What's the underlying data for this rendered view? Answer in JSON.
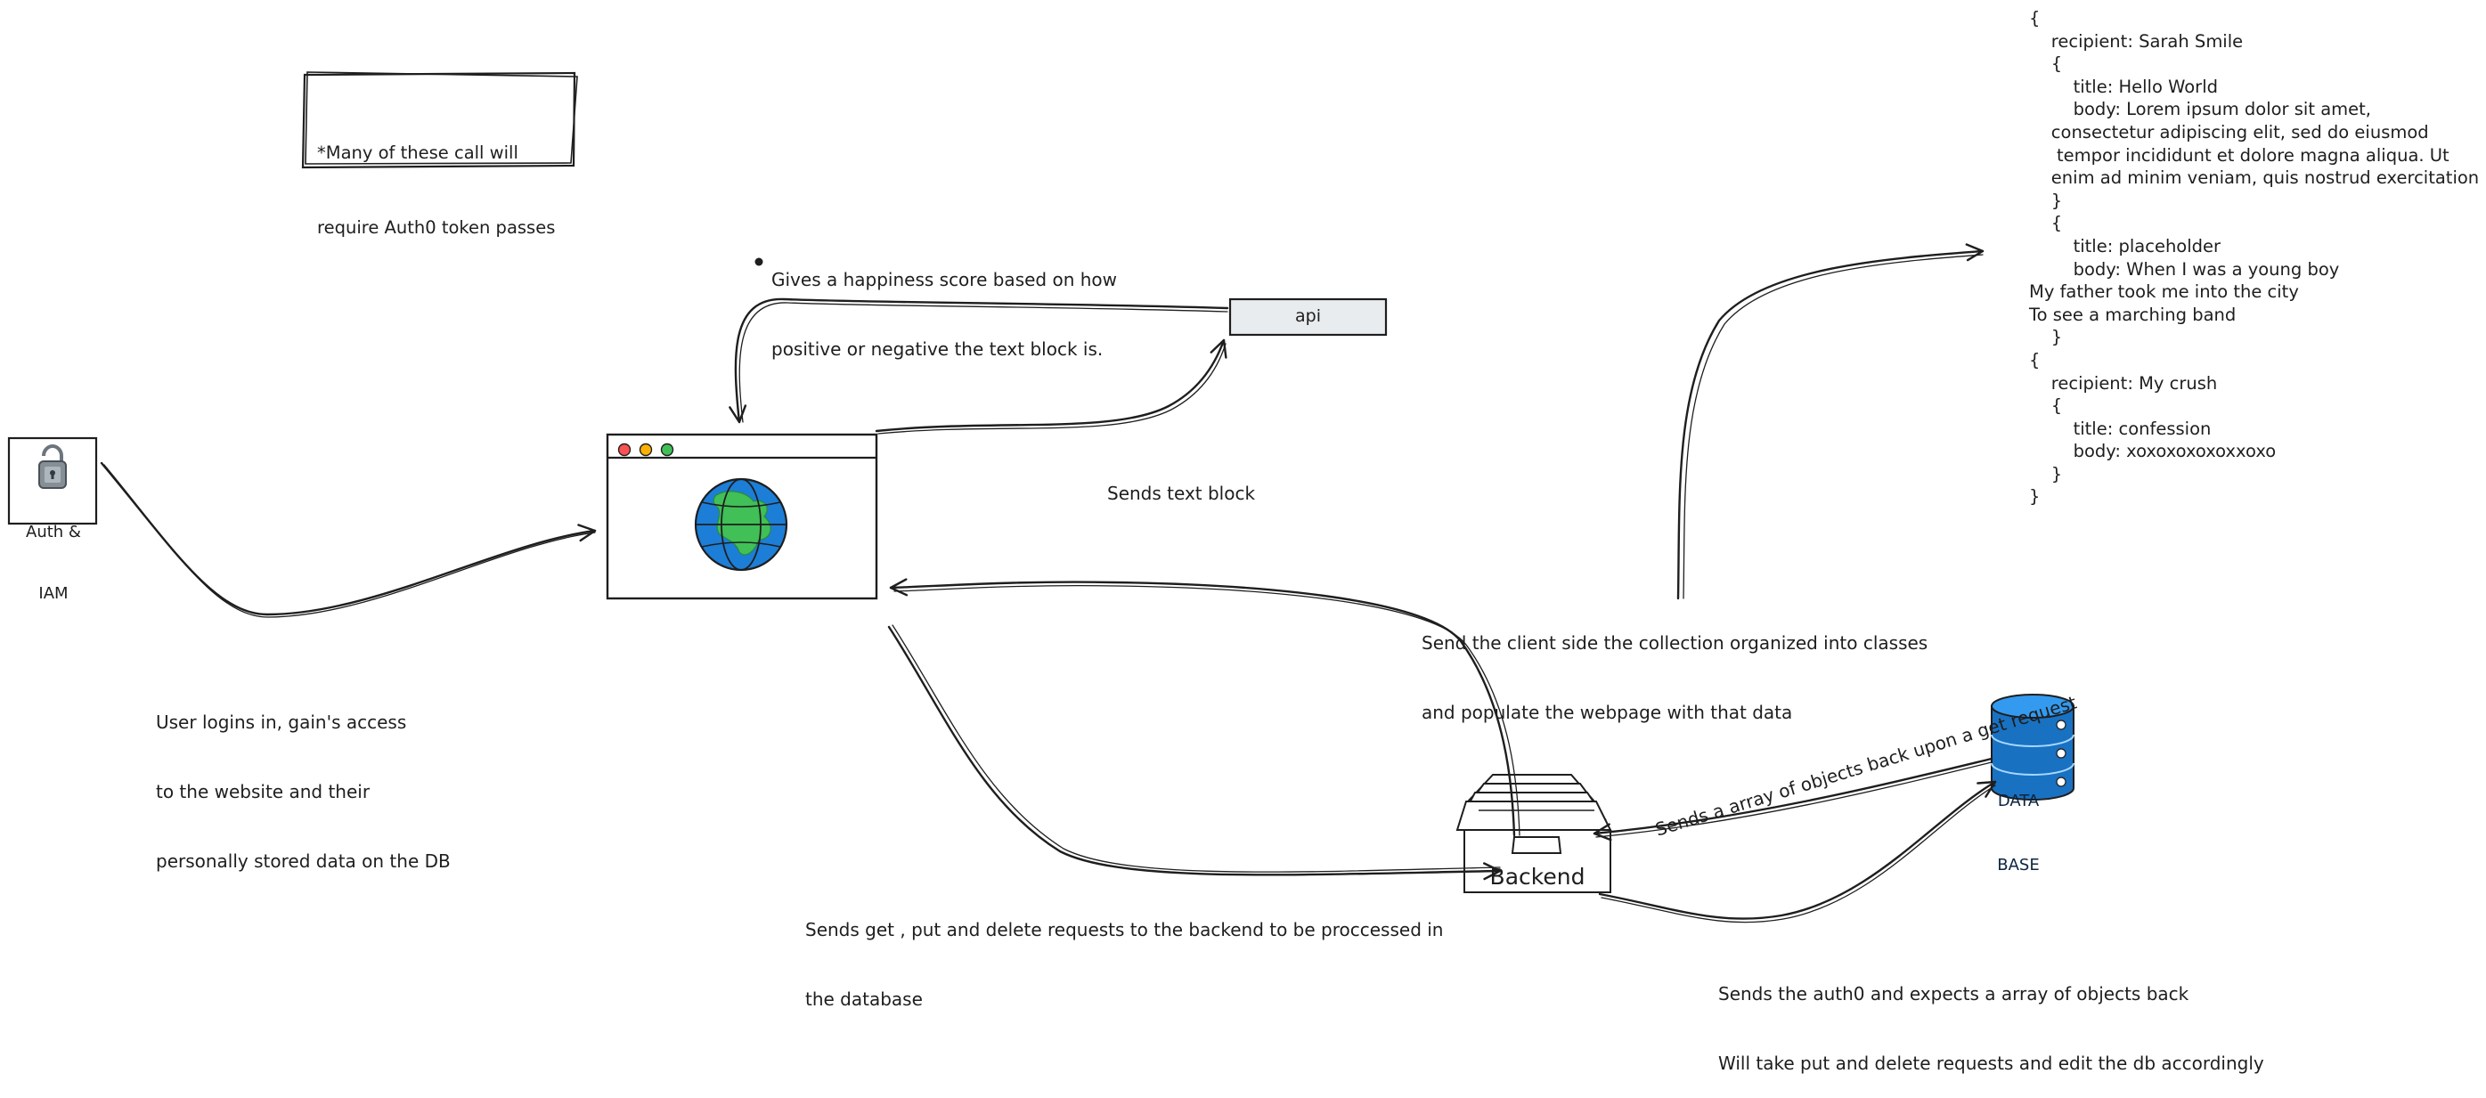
{
  "note": {
    "text_lines": [
      "*Many of these call will",
      "require Auth0 token passes"
    ]
  },
  "nodes": {
    "auth": {
      "label_lines": [
        "Auth &",
        "IAM"
      ]
    },
    "api": {
      "label": "api"
    },
    "backend": {
      "label": "Backend"
    },
    "database": {
      "label_lines": [
        "DATA",
        "BASE"
      ]
    }
  },
  "annotations": {
    "happiness": [
      "Gives a happiness score based on how",
      "positive or negative the text block is."
    ],
    "sends_text_block": [
      "Sends text block"
    ],
    "user_login": [
      "User logins in, gain's access",
      "to the website and their",
      "personally stored data on the DB"
    ],
    "send_client": [
      "Send the client side the collection organized into classes",
      "and populate the webpage with that data"
    ],
    "array_back": [
      "Sends a array of objects back upon a get request"
    ],
    "get_put_delete": [
      "Sends get , put and delete requests to the backend to be proccessed in",
      "the database"
    ],
    "auth0_expects": [
      "Sends the auth0 and expects a array of objects back",
      "Will take put and delete requests and edit the db accordingly"
    ]
  },
  "code_sample": [
    "{",
    "    recipient: Sarah Smile",
    "    {",
    "        title: Hello World",
    "        body: Lorem ipsum dolor sit amet,",
    "    consectetur adipiscing elit, sed do eiusmod",
    "     tempor incididunt et dolore magna aliqua. Ut",
    "    enim ad minim veniam, quis nostrud exercitation",
    "    }",
    "    {",
    "        title: placeholder",
    "        body: When I was a young boy",
    "My father took me into the city",
    "To see a marching band",
    "    }",
    "{",
    "    recipient: My crush",
    "    {",
    "        title: confession",
    "        body: xoxoxoxoxoxxoxo",
    "    }",
    "}"
  ],
  "colors": {
    "stroke": "#1e1e1e",
    "globe_ocean": "#1c7ed6",
    "globe_land": "#40c057",
    "db_blue": "#1971c2",
    "traffic_red": "#fa5252",
    "traffic_yellow": "#fab005",
    "traffic_green": "#40c057",
    "api_fill": "#e9ecef"
  },
  "icons": [
    "lock-icon",
    "globe-icon",
    "database-icon",
    "file-tray-icon"
  ]
}
